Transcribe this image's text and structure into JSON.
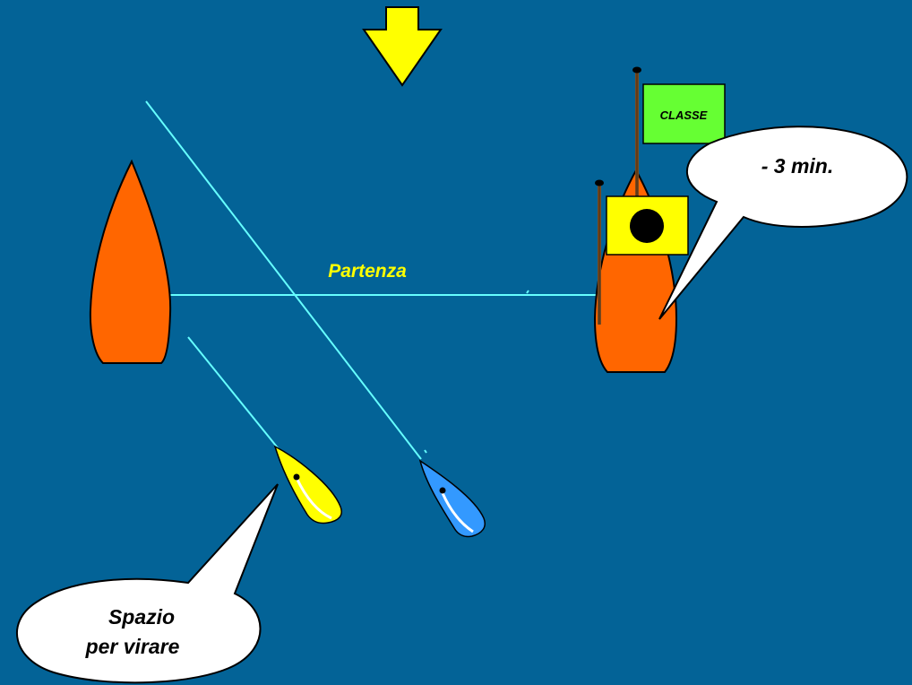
{
  "colors": {
    "water": "#036397",
    "buoy": "#FF6600",
    "line": "#66FFFF",
    "wind_arrow": "#FFFF00",
    "flag_class": "#66FF33",
    "flag_preparatory": "#FFFF00",
    "boat_yellow": "#FFFF00",
    "boat_blue": "#3399FF",
    "label_yellow": "#FFFF00"
  },
  "labels": {
    "start_line": "Partenza",
    "class_flag": "CLASSE",
    "countdown": "- 3 min.",
    "space_line1": "Spazio",
    "space_line2": "per virare"
  },
  "icons": {
    "wind": "down-arrow-icon",
    "flag": "flag-icon",
    "mark": "buoy-icon",
    "boat": "sailboat-icon"
  }
}
